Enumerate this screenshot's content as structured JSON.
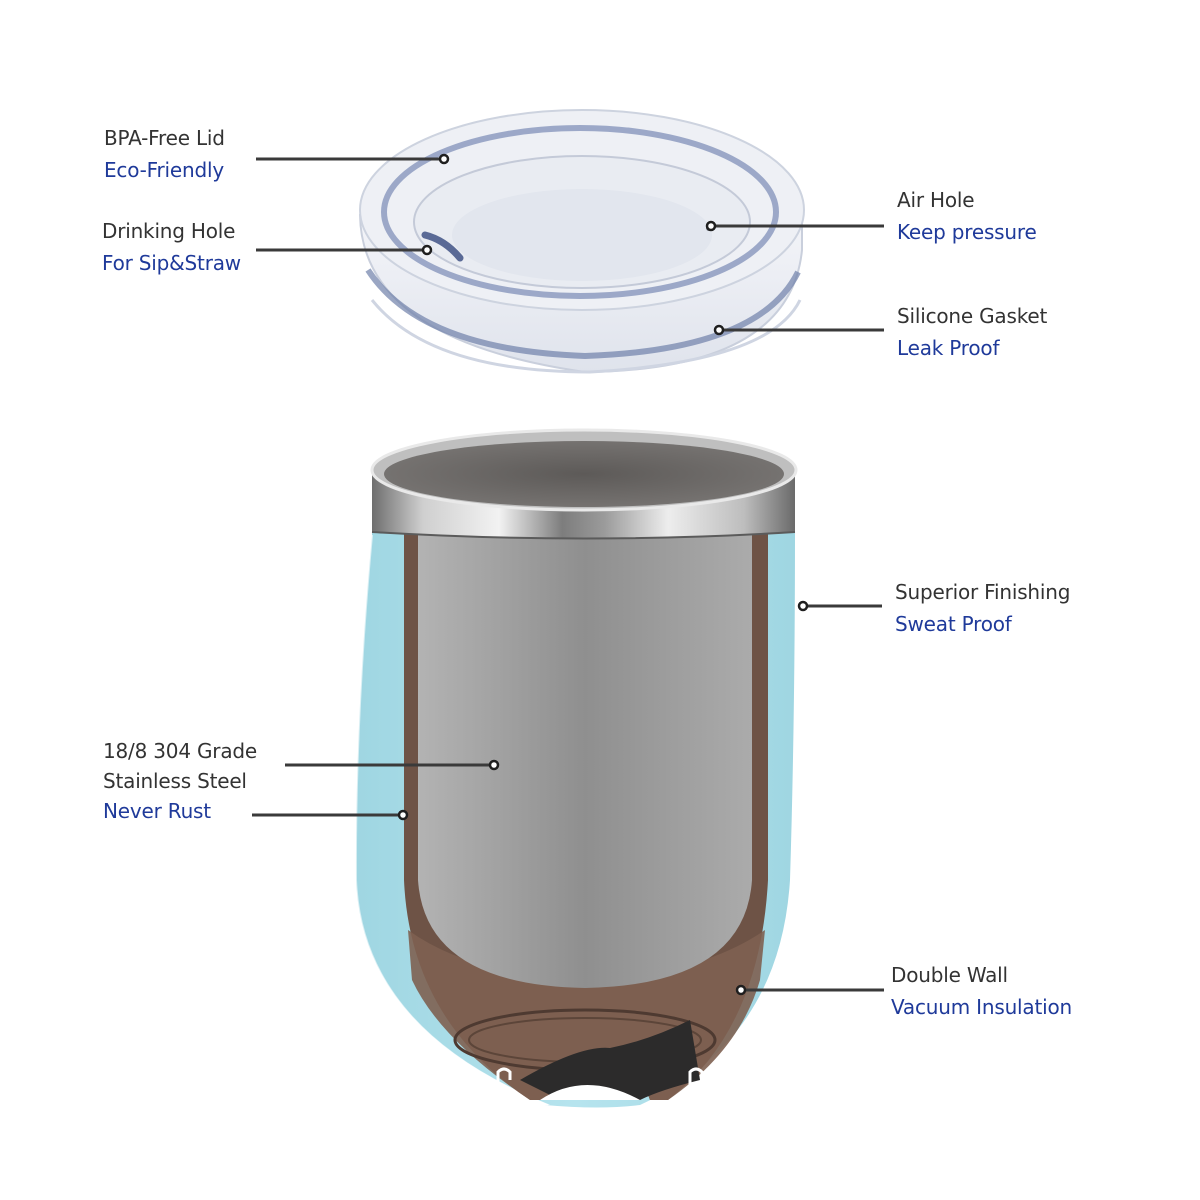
{
  "product": {
    "type": "stemless wine tumbler with lid",
    "body_color": "#a9dde8",
    "rim_color": "#a8a8a8",
    "inner_wall_color": "#9a9a9a",
    "vacuum_gap_color": "#6e5346",
    "lid_color": "#e6eaf2",
    "lid_accent_color": "#5c6f9c"
  },
  "colors": {
    "title_text": "#333333",
    "subtitle_text": "#1f3a9a",
    "leader_line": "#3a3a3a",
    "background": "#ffffff"
  },
  "callouts": [
    {
      "id": "bpa-free-lid",
      "title": "BPA-Free Lid",
      "subtitle": "Eco-Friendly"
    },
    {
      "id": "drinking-hole",
      "title": "Drinking Hole",
      "subtitle": "For Sip&Straw"
    },
    {
      "id": "air-hole",
      "title": "Air Hole",
      "subtitle": "Keep pressure"
    },
    {
      "id": "silicone-gasket",
      "title": "Silicone Gasket",
      "subtitle": "Leak Proof"
    },
    {
      "id": "superior-finishing",
      "title": "Superior Finishing",
      "subtitle": "Sweat Proof"
    },
    {
      "id": "stainless-steel",
      "title_line1": "18/8 304 Grade",
      "title_line2": "Stainless Steel",
      "subtitle": "Never Rust"
    },
    {
      "id": "double-wall",
      "title": "Double Wall",
      "subtitle": "Vacuum Insulation"
    }
  ]
}
